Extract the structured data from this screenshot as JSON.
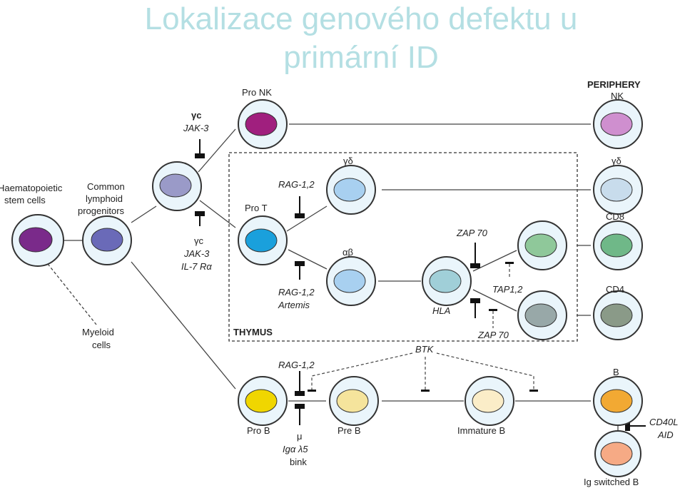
{
  "title": {
    "line1": "Lokalizace genového defektu u",
    "line2": "primární ID"
  },
  "labels": {
    "periphery": "PERIPHERY",
    "thymus": "THYMUS",
    "hsc1": "Haematopoietic",
    "hsc2": "stem cells",
    "clp1": "Common",
    "clp2": "lymphoid",
    "clp3": "progenitors",
    "myeloid1": "Myeloid",
    "myeloid2": "cells",
    "pro_nk": "Pro NK",
    "nk": "NK",
    "pro_t": "Pro T",
    "gd_thymus": "γδ",
    "gd_periph": "γδ",
    "ab": "αβ",
    "cd8": "CD8",
    "cd4": "CD4",
    "pro_b": "Pro B",
    "pre_b": "Pre B",
    "immature_b": "Immature B",
    "b": "B",
    "ig_switched_b": "Ig switched B"
  },
  "genes": {
    "gc_top": "γc",
    "jak3_top": "JAK-3",
    "gc_bot": "γc",
    "jak3_bot": "JAK-3",
    "il7": "IL-7 Rα",
    "rag_gd": "RAG-1,2",
    "rag_ab": "RAG-1,2",
    "artemis": "Artemis",
    "zap70_top": "ZAP 70",
    "zap70_bot": "ZAP 70",
    "hla": "HLA",
    "tap": "TAP1,2",
    "btk": "BTK",
    "rag_b": "RAG-1,2",
    "mu": "μ",
    "iga": "Igα λ5",
    "blnk": "bink",
    "cd40l": "CD40L",
    "aid": "AID"
  },
  "colors": {
    "hsc": "#7a2a8a",
    "clp": "#6a6ab8",
    "early": "#9a9ac8",
    "pro_nk": "#a01f7e",
    "nk": "#cf8fcf",
    "pro_t": "#1aa0dc",
    "gd": "#a8d0f0",
    "ab": "#a8d0f0",
    "hla": "#a0cfd8",
    "cd8": "#8fc89a",
    "cd4": "#98a8a8",
    "gd_periph": "#c8dcec",
    "cd8_periph": "#6fb888",
    "cd4_periph": "#8a9a88",
    "pro_b": "#f0d600",
    "pre_b": "#f5e49c",
    "immature_b": "#fbedc8",
    "b": "#f2a933",
    "ig_switched_b": "#f6aa85",
    "ring_fill": "#eaf5fb",
    "ring_stroke": "#333333",
    "title": "#b4dfe3"
  }
}
